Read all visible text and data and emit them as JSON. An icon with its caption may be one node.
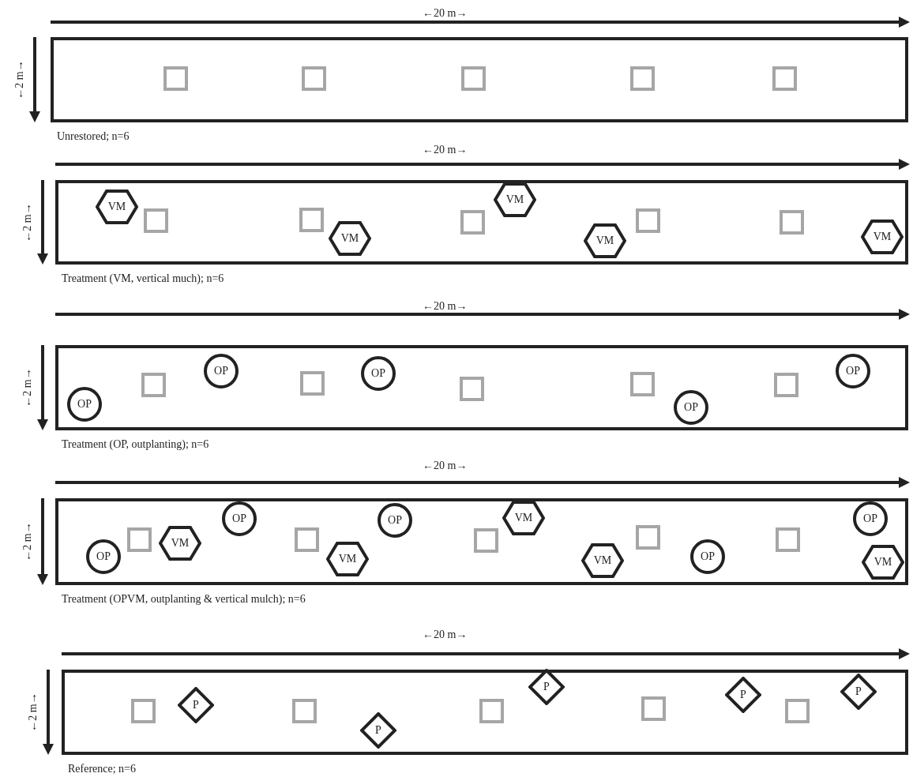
{
  "diagram": {
    "nodes": [
      {
        "text": [
          "Unrestored; n=6"
        ]
      },
      {
        "text": [
          "Treatment (VM, vertical much); n=6"
        ]
      },
      {
        "text": [
          "VM"
        ],
        "in": 1
      },
      {
        "text": [
          "VM"
        ],
        "in": 1
      },
      {
        "text": [
          "VM"
        ],
        "in": 1
      },
      {
        "text": [
          "VM"
        ],
        "in": 1
      },
      {
        "text": [
          "VM"
        ],
        "in": 1
      },
      {
        "text": [
          "Treatment (OP, outplanting); n=6"
        ]
      },
      {
        "text": [
          "OP"
        ],
        "in": 7
      },
      {
        "text": [
          "OP"
        ],
        "in": 7
      },
      {
        "text": [
          "OP"
        ],
        "in": 7
      },
      {
        "text": [
          "OP"
        ],
        "in": 7
      },
      {
        "text": [
          "OP"
        ],
        "in": 7
      },
      {
        "text": [
          "Treatment (OPVM, outplanting & vertical mulch); n=6"
        ]
      },
      {
        "text": [
          "OP"
        ],
        "in": 13
      },
      {
        "text": [
          "VM"
        ],
        "in": 13
      },
      {
        "text": [
          "OP"
        ],
        "in": 13
      },
      {
        "text": [
          "VM"
        ],
        "in": 13
      },
      {
        "text": [
          "OP"
        ],
        "in": 13
      },
      {
        "text": [
          "VM"
        ],
        "in": 13
      },
      {
        "text": [
          "VM"
        ],
        "in": 13
      },
      {
        "text": [
          "OP"
        ],
        "in": 13
      },
      {
        "text": [
          "OP"
        ],
        "in": 13
      },
      {
        "text": [
          "VM"
        ],
        "in": 13
      },
      {
        "text": [
          "Reference; n=6"
        ]
      },
      {
        "text": [
          "P"
        ],
        "in": 24
      },
      {
        "text": [
          "P"
        ],
        "in": 24
      },
      {
        "text": [
          "P"
        ],
        "in": 24
      },
      {
        "text": [
          "P"
        ],
        "in": 24
      },
      {
        "text": [
          "P"
        ],
        "in": 24
      }
    ],
    "labels": [
      "←20 m→",
      "←2 m→",
      "←20 m→",
      "←2 m→",
      "←20 m→",
      "←2 m→",
      "←20 m→",
      "←2 m→",
      "←20 m→",
      "←2 m→"
    ]
  }
}
